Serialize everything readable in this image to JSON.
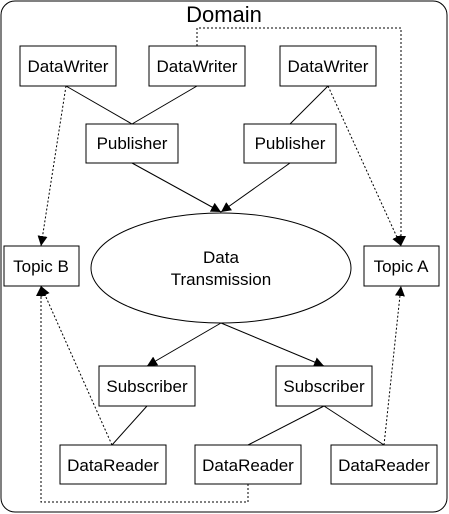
{
  "domain": {
    "title": "Domain"
  },
  "writers": [
    {
      "label": "DataWriter"
    },
    {
      "label": "DataWriter"
    },
    {
      "label": "DataWriter"
    }
  ],
  "publishers": [
    {
      "label": "Publisher"
    },
    {
      "label": "Publisher"
    }
  ],
  "transmission": {
    "line1": "Data",
    "line2": "Transmission"
  },
  "topics": [
    {
      "label": "Topic B"
    },
    {
      "label": "Topic A"
    }
  ],
  "subscribers": [
    {
      "label": "Subscriber"
    },
    {
      "label": "Subscriber"
    }
  ],
  "readers": [
    {
      "label": "DataReader"
    },
    {
      "label": "DataReader"
    },
    {
      "label": "DataReader"
    }
  ]
}
